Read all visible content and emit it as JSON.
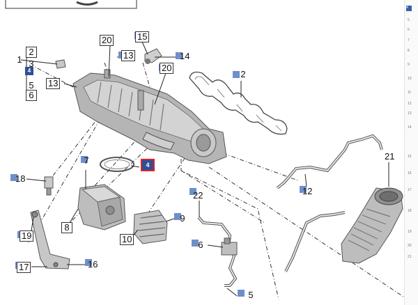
{
  "callouts": {
    "c1": "1",
    "c2a": "2",
    "c3": "3",
    "c5a": "5",
    "c6a": "6",
    "c13a": "13",
    "c20a": "20",
    "c13b": "13",
    "c15": "15",
    "c14": "14",
    "c20b": "20",
    "c2b": "2",
    "c7": "7",
    "c18": "18",
    "c8": "8",
    "c19": "19",
    "c17": "17",
    "c16": "16",
    "c10": "10",
    "c9": "9",
    "c22": "22",
    "c6b": "6",
    "c5b": "5",
    "c12": "12",
    "c21": "21"
  },
  "highlight": {
    "label": "4",
    "color": "#e4202a"
  },
  "mini_label": "4",
  "sidebar": {
    "items": [
      "4",
      "5",
      "6",
      "7",
      "8",
      "9",
      "10",
      "11",
      "12",
      "13",
      "14",
      "15",
      "16",
      "17",
      "18",
      "19",
      "20",
      "21"
    ]
  },
  "colors": {
    "accent": "#2f4f96",
    "highlight_border": "#e4202a",
    "tag": "#6f8fc9"
  }
}
